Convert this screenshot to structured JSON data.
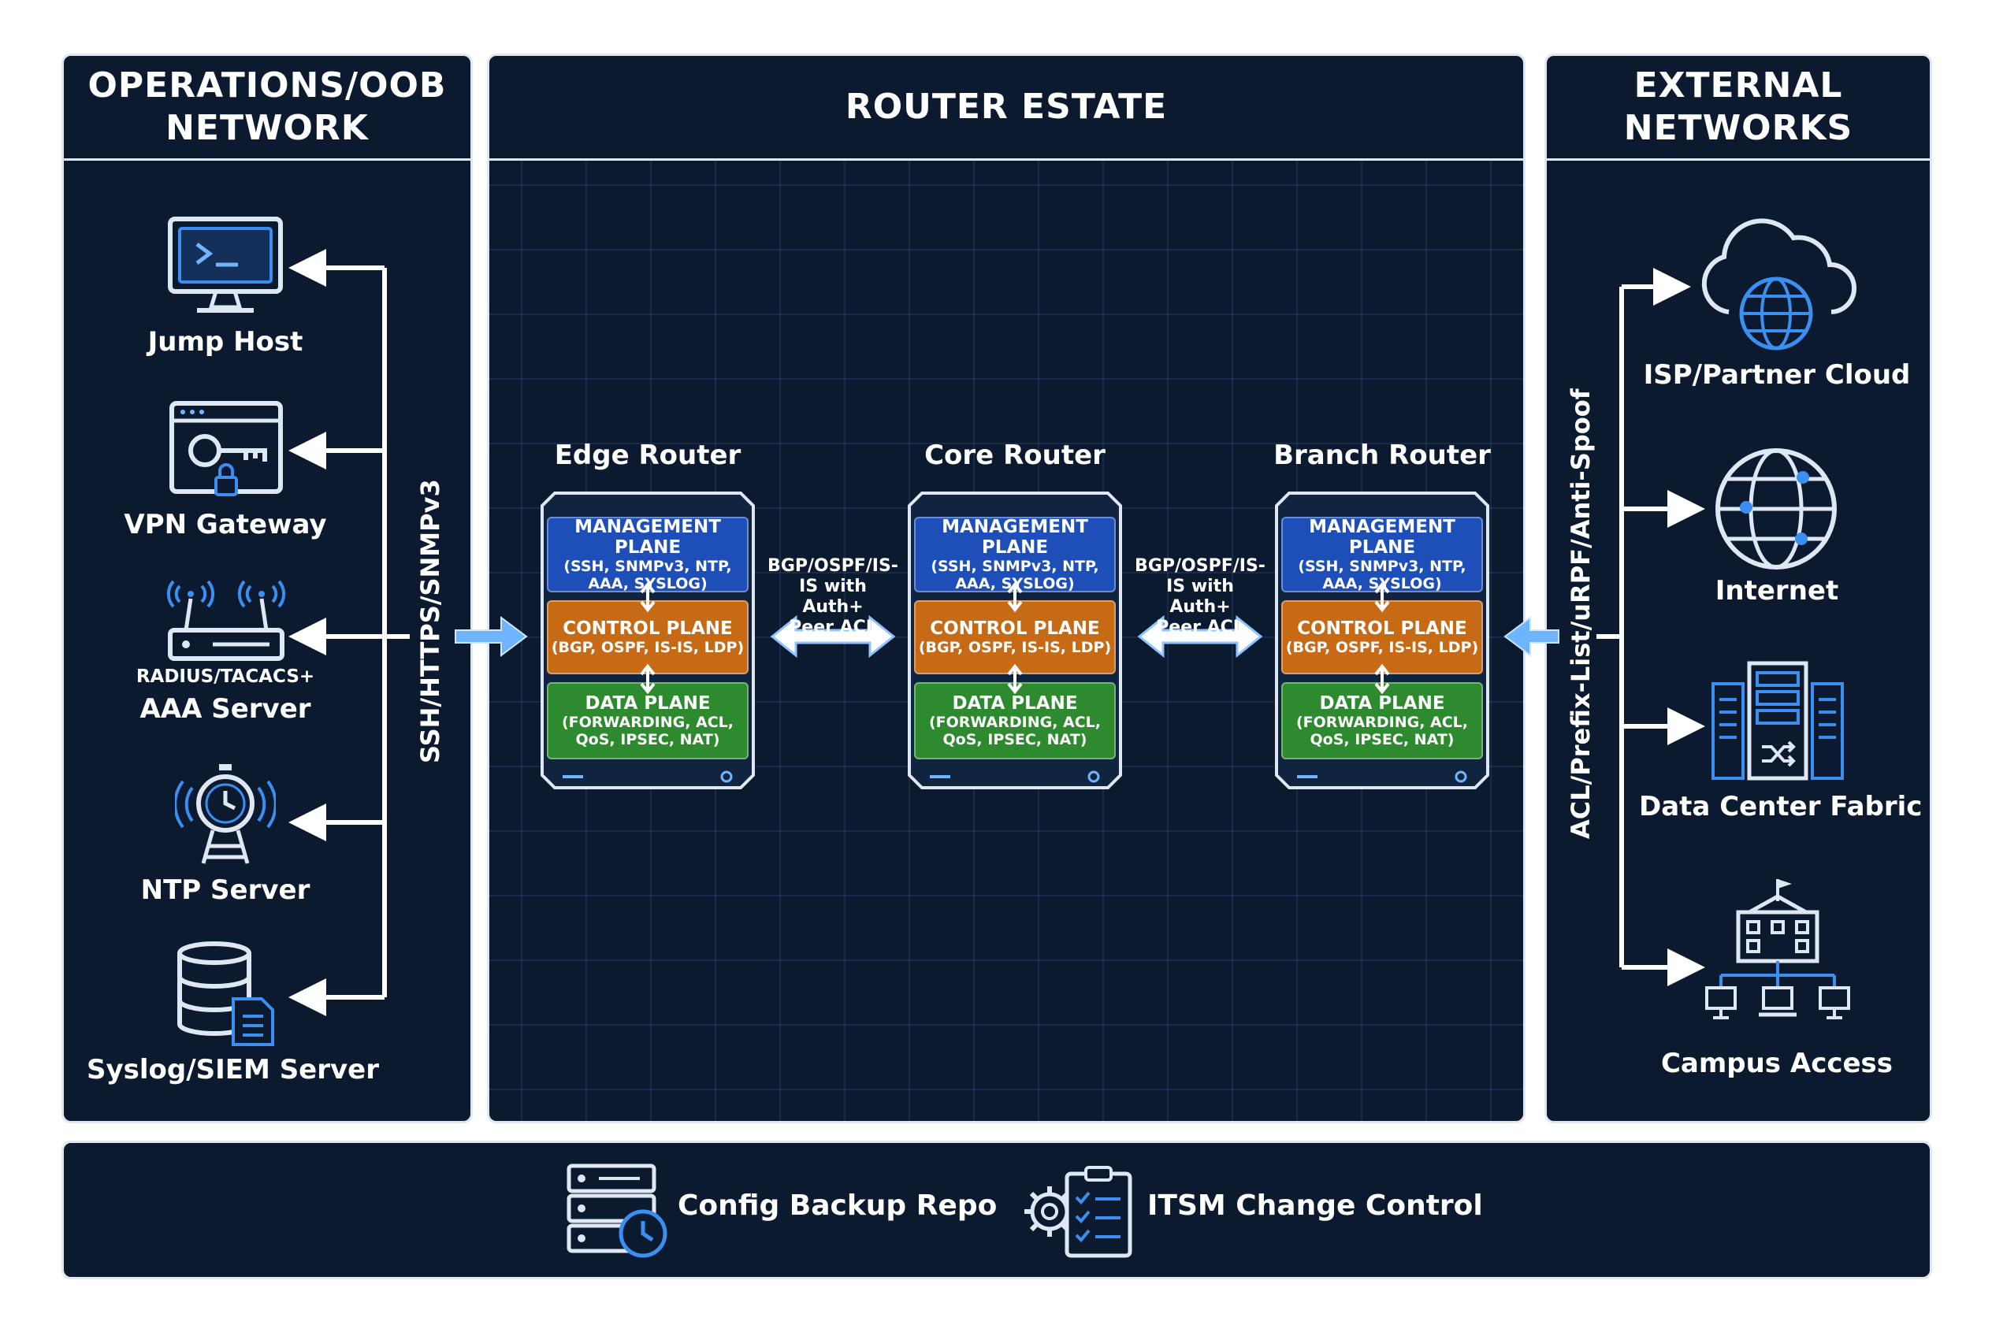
{
  "panels": {
    "operations": {
      "title_line1": "OPERATIONS/OOB",
      "title_line2": "NETWORK"
    },
    "router_estate": {
      "title": "ROUTER ESTATE"
    },
    "external": {
      "title_line1": "EXTERNAL",
      "title_line2": "NETWORKS"
    }
  },
  "ops_nodes": {
    "jump_host": "Jump Host",
    "vpn_gateway": "VPN Gateway",
    "aaa_sub": "RADIUS/TACACS+",
    "aaa_server": "AAA Server",
    "ntp_server": "NTP Server",
    "syslog_server": "Syslog/SIEM Server"
  },
  "mgmt_link_label": "SSH/HTTPS/SNMPv3",
  "ext_link_label": "ACL/Prefix-List/uRPF/Anti-Spoof",
  "planes": {
    "management": {
      "title": "MANAGEMENT PLANE",
      "line1": "(SSH, SNMPv3, NTP,",
      "line2": "AAA, SYSLOG)"
    },
    "control": {
      "title": "CONTROL PLANE",
      "line1": "(BGP, OSPF, IS-IS, LDP)"
    },
    "data": {
      "title": "DATA PLANE",
      "line1": "(FORWARDING, ACL,",
      "line2": "QoS, IPSEC, NAT)"
    }
  },
  "routers": {
    "edge": "Edge Router",
    "core": "Core Router",
    "branch": "Branch Router"
  },
  "peer_links": {
    "line1": "BGP/OSPF/IS-",
    "line2": "IS with Auth+",
    "line3": "Peer ACL"
  },
  "ext_nodes": {
    "isp_cloud": "ISP/Partner Cloud",
    "internet": "Internet",
    "data_center": "Data Center Fabric",
    "campus": "Campus Access"
  },
  "bottom": {
    "config_backup": "Config Backup Repo",
    "itsm": "ITSM Change Control"
  },
  "colors": {
    "panel_bg": "#0c1a30",
    "border": "#dfe7f2",
    "icon_blue": "#3a8ff0",
    "management": "#1e4fb8",
    "control": "#c66a16",
    "data": "#2e8a2f"
  }
}
